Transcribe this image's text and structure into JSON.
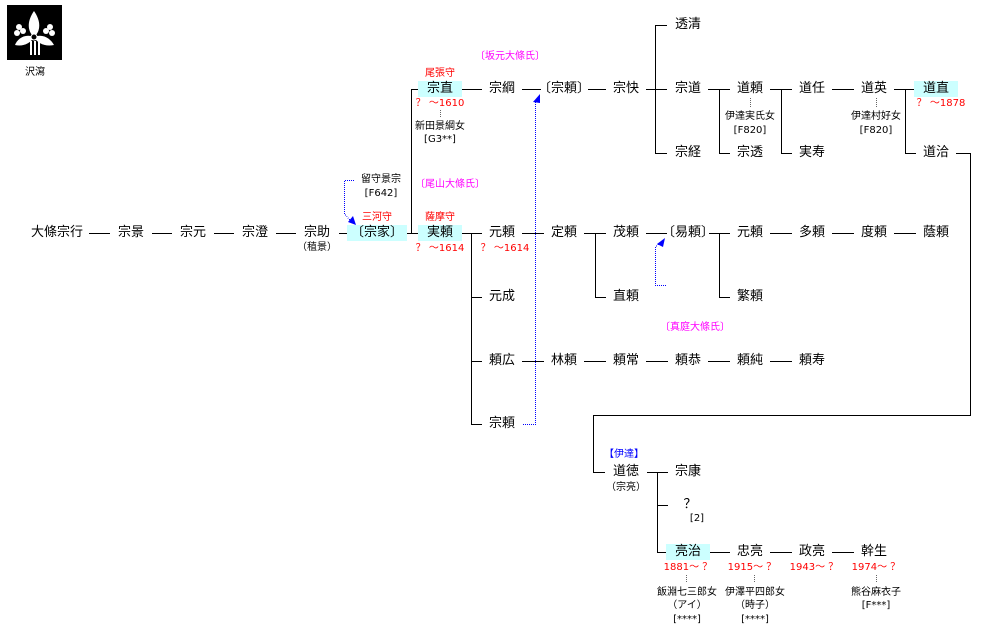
{
  "crest": {
    "label": "沢瀉"
  },
  "clans": {
    "sakamoto": "〔坂元大條氏〕",
    "oyama": "〔尾山大條氏〕",
    "maniwa": "〔真庭大條氏〕",
    "date": "【伊達】"
  },
  "p": {
    "muneyuki": "大條宗行",
    "munekage": "宗景",
    "munemoto": "宗元",
    "munesumi": "宗澄",
    "munesuke": "宗助",
    "munesuke_alt": "（稙景）",
    "muneie": "〔宗家〕",
    "muneie_title": "三河守",
    "rusu": "留守景宗",
    "rusu_code": "[F642]",
    "munenao": "宗直",
    "munenao_title": "尾張守",
    "munenao_dates": "？ ～1610",
    "munenao_wife": "新田景綱女",
    "munenao_wife_code": "[G3**]",
    "sanetomo": "実頼",
    "sanetomo_title": "薩摩守",
    "sanetomo_dates": "？ ～1614",
    "munetsuna": "宗綱",
    "muneyori_b": "〔宗頼〕",
    "munekai": "宗快",
    "tousei": "透清",
    "munemichi": "宗道",
    "munetsune": "宗経",
    "michiyori": "道頼",
    "michiyori_wife": "伊達実氏女",
    "michiyori_wife_code": "[F820]",
    "munesuki": "宗透",
    "michitou": "道任",
    "sanehisa": "実寿",
    "michihide": "道英",
    "michihide_wife": "伊達村好女",
    "michihide_wife_code": "[F820]",
    "michinao": "道直",
    "michinao_dates": "？ ～1878",
    "michihiro": "道洽",
    "motoyori": "元頼",
    "motoyori_dates": "？ ～1614",
    "motonari": "元成",
    "yorihiro": "頼広",
    "muneyori": "宗頼",
    "sadayori": "定頼",
    "shigeyori": "茂頼",
    "naoyori": "直頼",
    "yasuyori": "〔易頼〕",
    "motoyori2": "元頼",
    "shigeyori2": "繁頼",
    "tayori": "多頼",
    "doyori": "度頼",
    "kageyori": "蔭頼",
    "rinyori": "林頼",
    "yoritsune": "頼常",
    "yoriyasu": "頼恭",
    "yorizumi": "頼純",
    "yorihisa": "頼寿",
    "michinori": "道徳",
    "michinori_alt": "（宗亮）",
    "muneyasu": "宗康",
    "unknown": "？",
    "unknown_code": "[2]",
    "ryouji": "亮治",
    "ryouji_dates": "1881～ ？",
    "ryouji_wife": "飯淵七三郎女",
    "ryouji_wife_name": "（アイ）",
    "ryouji_wife_code": "[****]",
    "tadaaki": "忠亮",
    "tadaaki_dates": "1915～ ？",
    "tadaaki_wife": "伊澤平四郎女",
    "tadaaki_wife_name": "（時子）",
    "tadaaki_wife_code": "[****]",
    "masaaki": "政亮",
    "masaaki_dates": "1943～ ？",
    "mikio": "幹生",
    "mikio_dates": "1974～ ？",
    "mikio_wife": "熊谷麻衣子",
    "mikio_wife_code": "[F***]"
  }
}
